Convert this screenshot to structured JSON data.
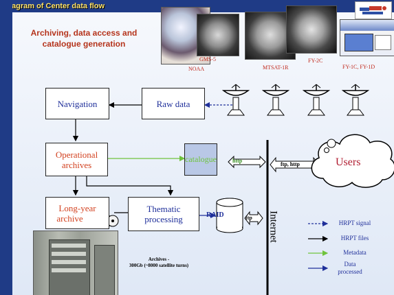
{
  "header": {
    "title": "Diagram of Center  data flow"
  },
  "subtitle": {
    "line1": "Archiving, data access and",
    "line2": "catalogue generation"
  },
  "satellites": [
    {
      "name": "NOAA"
    },
    {
      "name": "GMS-5"
    },
    {
      "name": "MTSAT-1R"
    },
    {
      "name": "FY-2C"
    },
    {
      "name": "FY-1C, FY-1D"
    }
  ],
  "boxes": {
    "navigation": "Navigation",
    "raw_data": "Raw data",
    "operational_line1": "Operational",
    "operational_line2": "archives",
    "catalogue": "catalogue",
    "longyear_line1": "Long-year",
    "longyear_line2": "archive",
    "thematic_line1": "Thematic",
    "thematic_line2": "processing",
    "raid": "RAID",
    "users": "Users"
  },
  "tags": {
    "http": "http",
    "ftp_http": "ftp, http",
    "ftp": "ftp"
  },
  "internet": "Internet",
  "archives_caption": {
    "line1": "Archives -",
    "line2": "300Gb (~8000 satellite turns)"
  },
  "legend": [
    {
      "label": "HRPT signal",
      "style": "dashed",
      "color": "#1f2f9a"
    },
    {
      "label": "HRPT files",
      "style": "solid",
      "color": "#000000"
    },
    {
      "label": "Metadata",
      "style": "solid",
      "color": "#6fc33c"
    },
    {
      "label": "Data processed",
      "style": "solid",
      "color": "#1f2f9a"
    }
  ],
  "colors": {
    "frame": "#1f3b86",
    "title": "#ffe36b",
    "accent_red": "#b5341c",
    "blue_text": "#1f2f9a",
    "metadata_green": "#6fc33c",
    "catalogue_box": "#b9c8e6"
  }
}
